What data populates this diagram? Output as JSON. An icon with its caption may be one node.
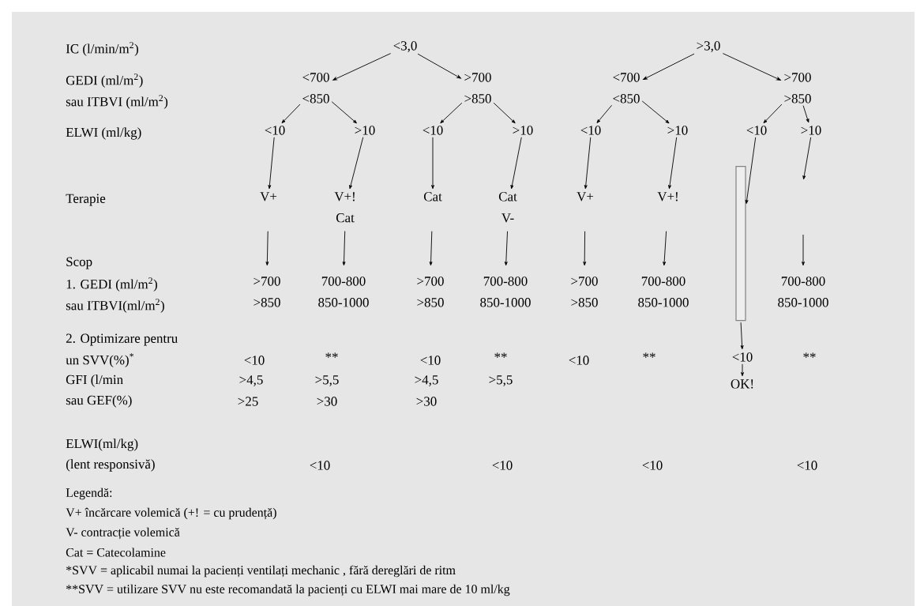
{
  "diagram": {
    "nodes": [
      {
        "text": [
          "<3,0"
        ]
      },
      {
        "text": [
          ">3,0"
        ]
      },
      {
        "text": [
          "<700",
          "<850"
        ]
      },
      {
        "text": [
          ">700",
          ">850"
        ]
      },
      {
        "text": [
          "<700",
          "<850"
        ]
      },
      {
        "text": [
          ">700",
          ">850"
        ]
      },
      {
        "text": [
          "<10"
        ]
      },
      {
        "text": [
          ">10"
        ]
      },
      {
        "text": [
          "<10"
        ]
      },
      {
        "text": [
          ">10"
        ]
      },
      {
        "text": [
          "<10"
        ]
      },
      {
        "text": [
          ">10"
        ]
      },
      {
        "text": [
          "<10"
        ]
      },
      {
        "text": [
          ">10"
        ]
      },
      {
        "text": [
          "V+"
        ]
      },
      {
        "text": [
          "V+!",
          "Cat"
        ]
      },
      {
        "text": [
          "Cat"
        ]
      },
      {
        "text": [
          "Cat",
          "V-"
        ]
      },
      {
        "text": [
          "V+"
        ]
      },
      {
        "text": [
          "V+!"
        ]
      },
      {
        "text": [],
        "shape": "bar"
      },
      {
        "text": [
          ">700",
          ">850"
        ]
      },
      {
        "text": [
          "700-800",
          "850-1000"
        ]
      },
      {
        "text": [
          ">700",
          ">850"
        ]
      },
      {
        "text": [
          "700-800",
          "850-1000"
        ]
      },
      {
        "text": [
          ">700",
          ">850"
        ]
      },
      {
        "text": [
          "700-800",
          "850-1000"
        ]
      },
      {
        "text": [
          "700-800",
          "850-1000"
        ]
      },
      {
        "text": [
          "<10"
        ]
      },
      {
        "text": [
          "OK!"
        ]
      }
    ],
    "edges": [
      {
        "from": 0,
        "to": 2,
        "arrow": "to"
      },
      {
        "from": 0,
        "to": 3,
        "arrow": "to"
      },
      {
        "from": 1,
        "to": 4,
        "arrow": "to"
      },
      {
        "from": 1,
        "to": 5,
        "arrow": "to"
      },
      {
        "from": 2,
        "to": 6,
        "arrow": "to"
      },
      {
        "from": 2,
        "to": 7,
        "arrow": "to"
      },
      {
        "from": 3,
        "to": 8,
        "arrow": "to"
      },
      {
        "from": 3,
        "to": 9,
        "arrow": "to"
      },
      {
        "from": 4,
        "to": 10,
        "arrow": "to"
      },
      {
        "from": 4,
        "to": 11,
        "arrow": "to"
      },
      {
        "from": 5,
        "to": 12,
        "arrow": "to"
      },
      {
        "from": 5,
        "to": 13,
        "arrow": "to"
      },
      {
        "from": 6,
        "to": 14,
        "arrow": "to"
      },
      {
        "from": 7,
        "to": 15,
        "arrow": "to"
      },
      {
        "from": 8,
        "to": 16,
        "arrow": "to"
      },
      {
        "from": 9,
        "to": 17,
        "arrow": "to"
      },
      {
        "from": 10,
        "to": 18,
        "arrow": "to"
      },
      {
        "from": 11,
        "to": 19,
        "arrow": "to"
      },
      {
        "from": 12,
        "to": 20,
        "arrow": "to"
      },
      {
        "from": 13,
        "to": null,
        "arrow": "to"
      },
      {
        "from": 14,
        "to": 21,
        "arrow": "to"
      },
      {
        "from": 15,
        "to": 22,
        "arrow": "to"
      },
      {
        "from": 16,
        "to": 23,
        "arrow": "to"
      },
      {
        "from": 17,
        "to": 24,
        "arrow": "to"
      },
      {
        "from": 18,
        "to": 25,
        "arrow": "to"
      },
      {
        "from": 19,
        "to": 26,
        "arrow": "to"
      },
      {
        "from": null,
        "to": 27,
        "arrow": "to"
      },
      {
        "from": 20,
        "to": 28,
        "arrow": "to"
      },
      {
        "from": 28,
        "to": 29,
        "arrow": "to"
      }
    ],
    "labels": [
      "IC (l/min/m$^{2}$)",
      "GEDI (ml/m$^{2}$)",
      "sau ITBVI (ml/m$^{2}$)",
      "ELWI (ml/kg)",
      "Terapie",
      "Scop",
      "1. GEDI (ml/m$^{2}$)",
      "sau ITBVI(ml/m$^{2}$)",
      "2. Optimizare pentru",
      "un SVV(%)$^{*}$",
      "<10",
      "**",
      "<10",
      "**",
      "<10",
      "**",
      "**",
      "GFI (l/min",
      ">4,5",
      ">5,5",
      ">4,5",
      ">5,5",
      "sau GEF(%)",
      ">25",
      ">30",
      ">30",
      "ELWI(ml/kg)",
      "(lent responsivă)",
      "<10",
      "<10",
      "<10",
      "<10",
      "Legendă:",
      "V+ încărcare volemică (+! = cu prudență)",
      "V- contracție volemică",
      "Cat = Catecolamine",
      "*SVV = aplicabil numai la pacienți ventilați mechanic , fără dereglări de ritm",
      "**SVV = utilizare SVV nu este recomandată la pacienți cu ELWI mai mare de 10 ml/kg"
    ]
  }
}
